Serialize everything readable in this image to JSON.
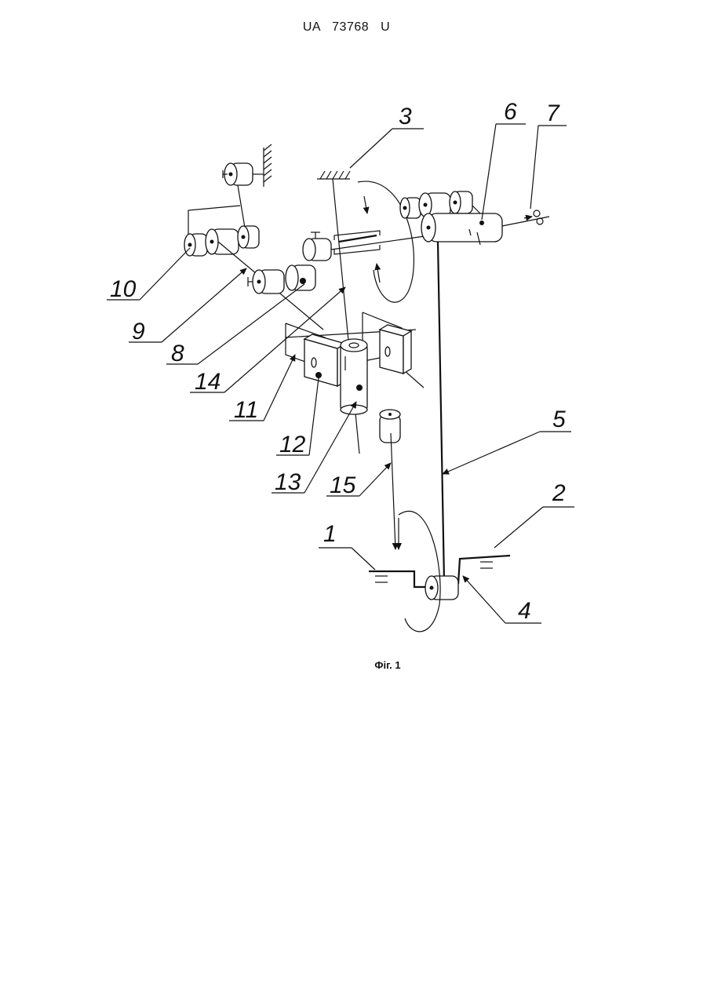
{
  "document": {
    "header": "UA 73768 U",
    "caption": "Фіг. 1"
  },
  "labels": {
    "l1": "1",
    "l2": "2",
    "l3": "3",
    "l4": "4",
    "l5": "5",
    "l6": "6",
    "l7": "7",
    "l8": "8",
    "l9": "9",
    "l10": "10",
    "l11": "11",
    "l12": "12",
    "l13": "13",
    "l14": "14",
    "l15": "15"
  }
}
